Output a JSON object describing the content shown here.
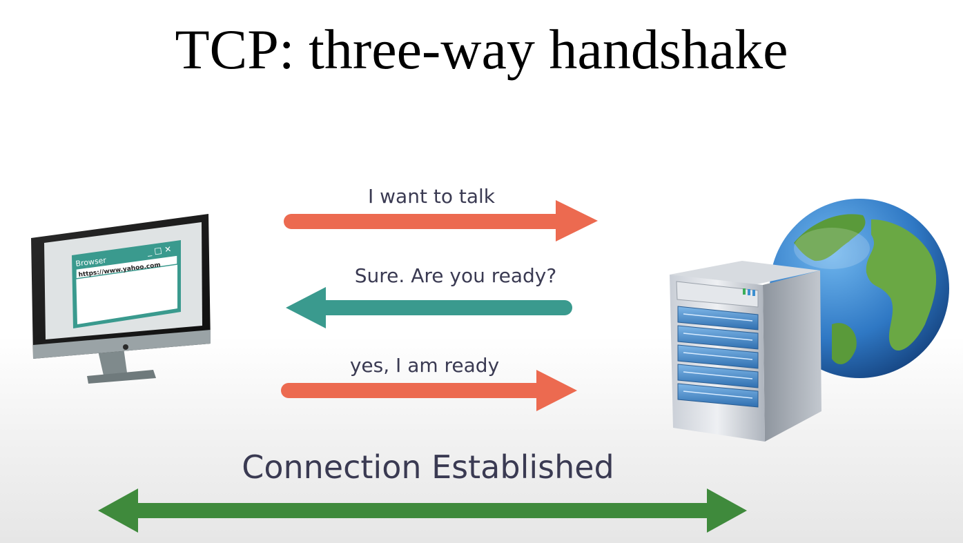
{
  "slide": {
    "title": "TCP: three-way handshake"
  },
  "client": {
    "window_title": "Browser",
    "url": "https://www.yahoo.com",
    "window_controls": "_ □ ✕"
  },
  "messages": [
    {
      "label": "I want to talk",
      "direction": "client-to-server"
    },
    {
      "label": "Sure. Are you ready?",
      "direction": "server-to-client"
    },
    {
      "label": "yes, I am ready",
      "direction": "client-to-server"
    }
  ],
  "connection": {
    "label": "Connection Established"
  },
  "colors": {
    "request_arrow": "#ec6a50",
    "response_arrow": "#3a9a8e",
    "connection_arrow": "#3f8a3c",
    "label_text": "#3a3a52"
  }
}
